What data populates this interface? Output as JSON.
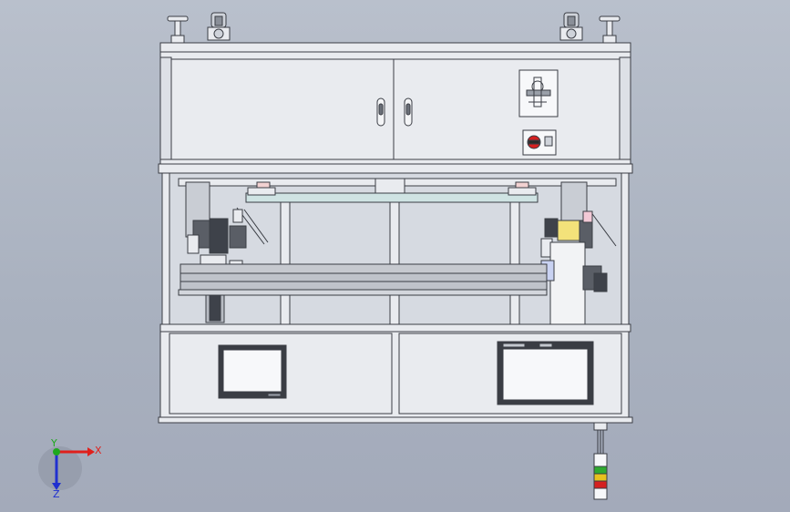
{
  "viewport": {
    "background_top": "#b9c0cc",
    "background_bottom": "#a3aaba"
  },
  "triad": {
    "x_label": "X",
    "y_label": "Y",
    "z_label": "Z",
    "x_color": "#e0201c",
    "y_color": "#1ea81e",
    "z_color": "#2030d0"
  },
  "machine": {
    "frame_color": "#e9ebef",
    "line_color": "#3a3d44",
    "panel_color": "#d7dbe2",
    "disconnect_switch_color": "#d42020"
  },
  "signal_tower": {
    "lamps": [
      "#2faa2f",
      "#e8c21e",
      "#d42020"
    ]
  }
}
